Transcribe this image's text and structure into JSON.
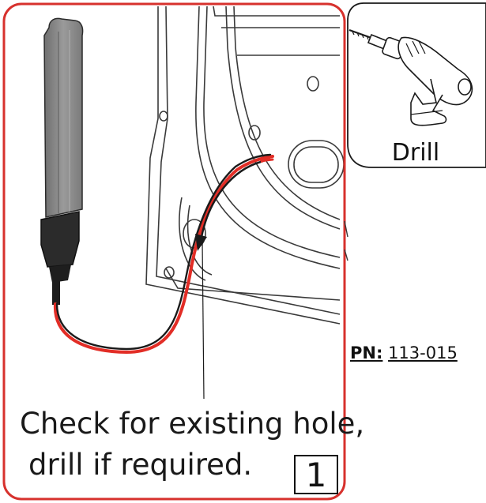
{
  "callout": {
    "line1": "Check for existing hole,",
    "line2": "drill if required."
  },
  "step_number": "1",
  "tool": {
    "label": "Drill",
    "icon": "drill-icon"
  },
  "part_number": {
    "label": "PN:",
    "value": "113-015"
  },
  "colors": {
    "frame_red": "#d7312d",
    "wire_red": "#e22d26",
    "wire_black": "#1a1a1a",
    "sensor_gray": "#8c8c8c",
    "sensor_dark": "#2b2b2b",
    "panel_line": "#3a3a3a"
  },
  "icons": [
    "sensor-strip-icon",
    "wire-icon",
    "door-panel-icon",
    "arrow-icon",
    "drill-icon"
  ]
}
